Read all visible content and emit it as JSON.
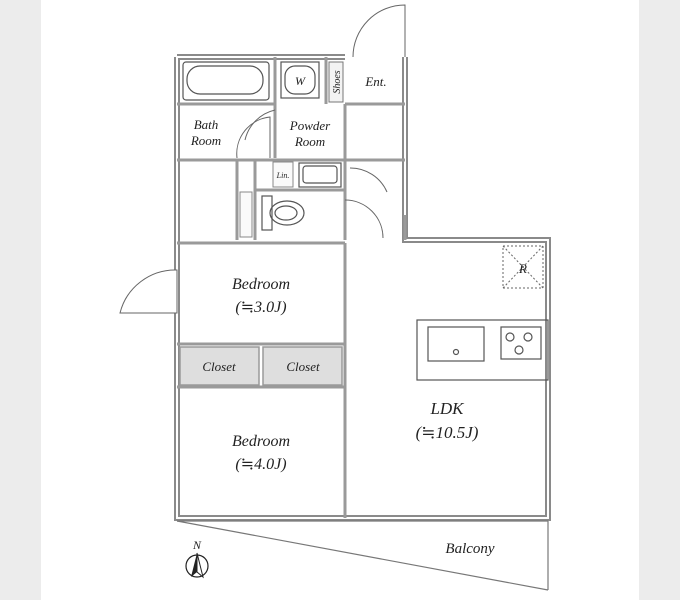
{
  "floor_plan": {
    "rooms": {
      "bedroom_top": {
        "name": "Bedroom",
        "size": "(≒3.0J)"
      },
      "bedroom_bottom": {
        "name": "Bedroom",
        "size": "(≒4.0J)"
      },
      "ldk": {
        "name": "LDK",
        "size": "(≒10.5J)"
      },
      "bath": {
        "line1": "Bath",
        "line2": "Room"
      },
      "powder": {
        "line1": "Powder",
        "line2": "Room"
      },
      "entrance": "Ent.",
      "shoes": "Shoes",
      "washer": "W",
      "linen": "Lin.",
      "closet_left": "Closet",
      "closet_right": "Closet",
      "balcony": "Balcony",
      "refrigerator": "R"
    },
    "compass": {
      "label": "N"
    },
    "colors": {
      "wall": "#a8a8a8",
      "wall_stroke": "#7a7a7a",
      "closet_fill": "#dedede",
      "background": "#ececec"
    }
  }
}
